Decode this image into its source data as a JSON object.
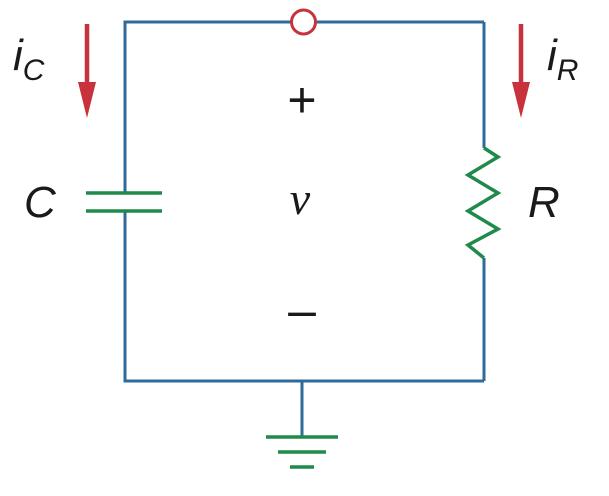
{
  "colors": {
    "wire": "#2e6a9a",
    "capacitor": "#1f8a4a",
    "resistor": "#1f8a4a",
    "ground": "#1f8a4a",
    "arrow": "#c8323c",
    "node": "#c8323c",
    "text": "#1a1a1a"
  },
  "labels": {
    "current_c_main": "i",
    "current_c_sub": "C",
    "current_r_main": "i",
    "current_r_sub": "R",
    "capacitor": "C",
    "resistor": "R",
    "voltage": "v",
    "plus": "+",
    "minus": "–"
  }
}
